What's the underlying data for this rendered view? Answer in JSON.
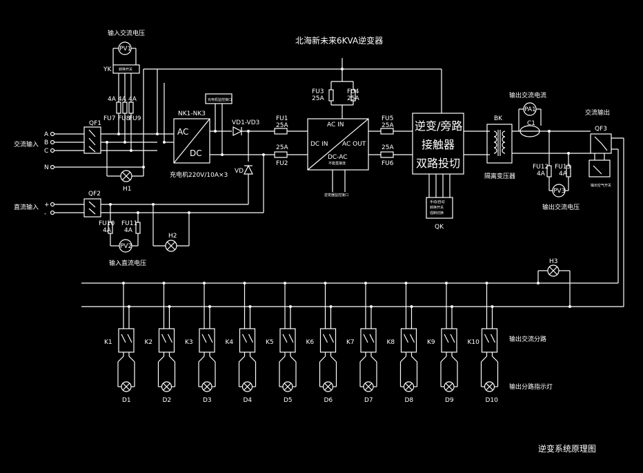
{
  "title": "北海新未来6KVA逆变器",
  "caption": "逆变系统原理图",
  "ac_input": {
    "label": "交流输入",
    "phases": [
      "A",
      "B",
      "C",
      "N"
    ],
    "breaker": "QF1",
    "fuses": [
      "FU7",
      "FU8",
      "FU9"
    ],
    "fuse_rating": "4A",
    "voltmeter": "PV1",
    "voltmeter_label": "输入交流电压",
    "switch": "YK",
    "lamp": "H1"
  },
  "dc_input": {
    "label": "直流输入",
    "plus": "+",
    "minus": "-",
    "breaker": "QF2",
    "fuses": [
      "FU10",
      "FU11"
    ],
    "fuse_rating": "4A",
    "voltmeter": "PV2",
    "voltmeter_label": "输入直流电压",
    "lamp": "H2"
  },
  "rectifier": {
    "name": "NK1-NK3",
    "ac": "AC",
    "dc": "DC",
    "rating": "充电机220V/10A×3"
  },
  "diodes": {
    "group": "VD1-VD3",
    "single": "VD"
  },
  "fuses_mid": [
    {
      "name": "FU1",
      "rating": "25A"
    },
    {
      "name": "FU2",
      "rating": "25A"
    },
    {
      "name": "FU3",
      "rating": "25A"
    },
    {
      "name": "FU4",
      "rating": "25A"
    },
    {
      "name": "FU5",
      "rating": "25A"
    },
    {
      "name": "FU6",
      "rating": "25A"
    }
  ],
  "inverter": {
    "ac_in": "AC IN",
    "dc_in": "DC IN",
    "ac_out": "AC OUT",
    "name": "DC-AC"
  },
  "transfer": {
    "line1": "逆变/旁路",
    "line2": "接触器",
    "line3": "双路投切",
    "qk": "QK"
  },
  "isolation": {
    "name": "BK",
    "label": "隔离变压器"
  },
  "output": {
    "ammeter": "PA1",
    "ammeter_label": "输出交流电流",
    "ct": "C1",
    "fuses": [
      "FU12",
      "FU13"
    ],
    "fuse_rating": "4A",
    "voltmeter": "PV3",
    "voltmeter_label": "输出交流电压",
    "breaker": "QF3",
    "label": "交流输出",
    "lamp": "H3"
  },
  "branches": {
    "switches": [
      "K1",
      "K2",
      "K3",
      "K4",
      "K5",
      "K6",
      "K7",
      "K8",
      "K9",
      "K10"
    ],
    "lamps": [
      "D1",
      "D2",
      "D3",
      "D4",
      "D5",
      "D6",
      "D7",
      "D8",
      "D9",
      "D10"
    ],
    "switch_label": "输出交流分路",
    "lamp_label": "输出分路指示灯"
  },
  "colors": {
    "background": "#000000",
    "line": "#ffffff"
  }
}
